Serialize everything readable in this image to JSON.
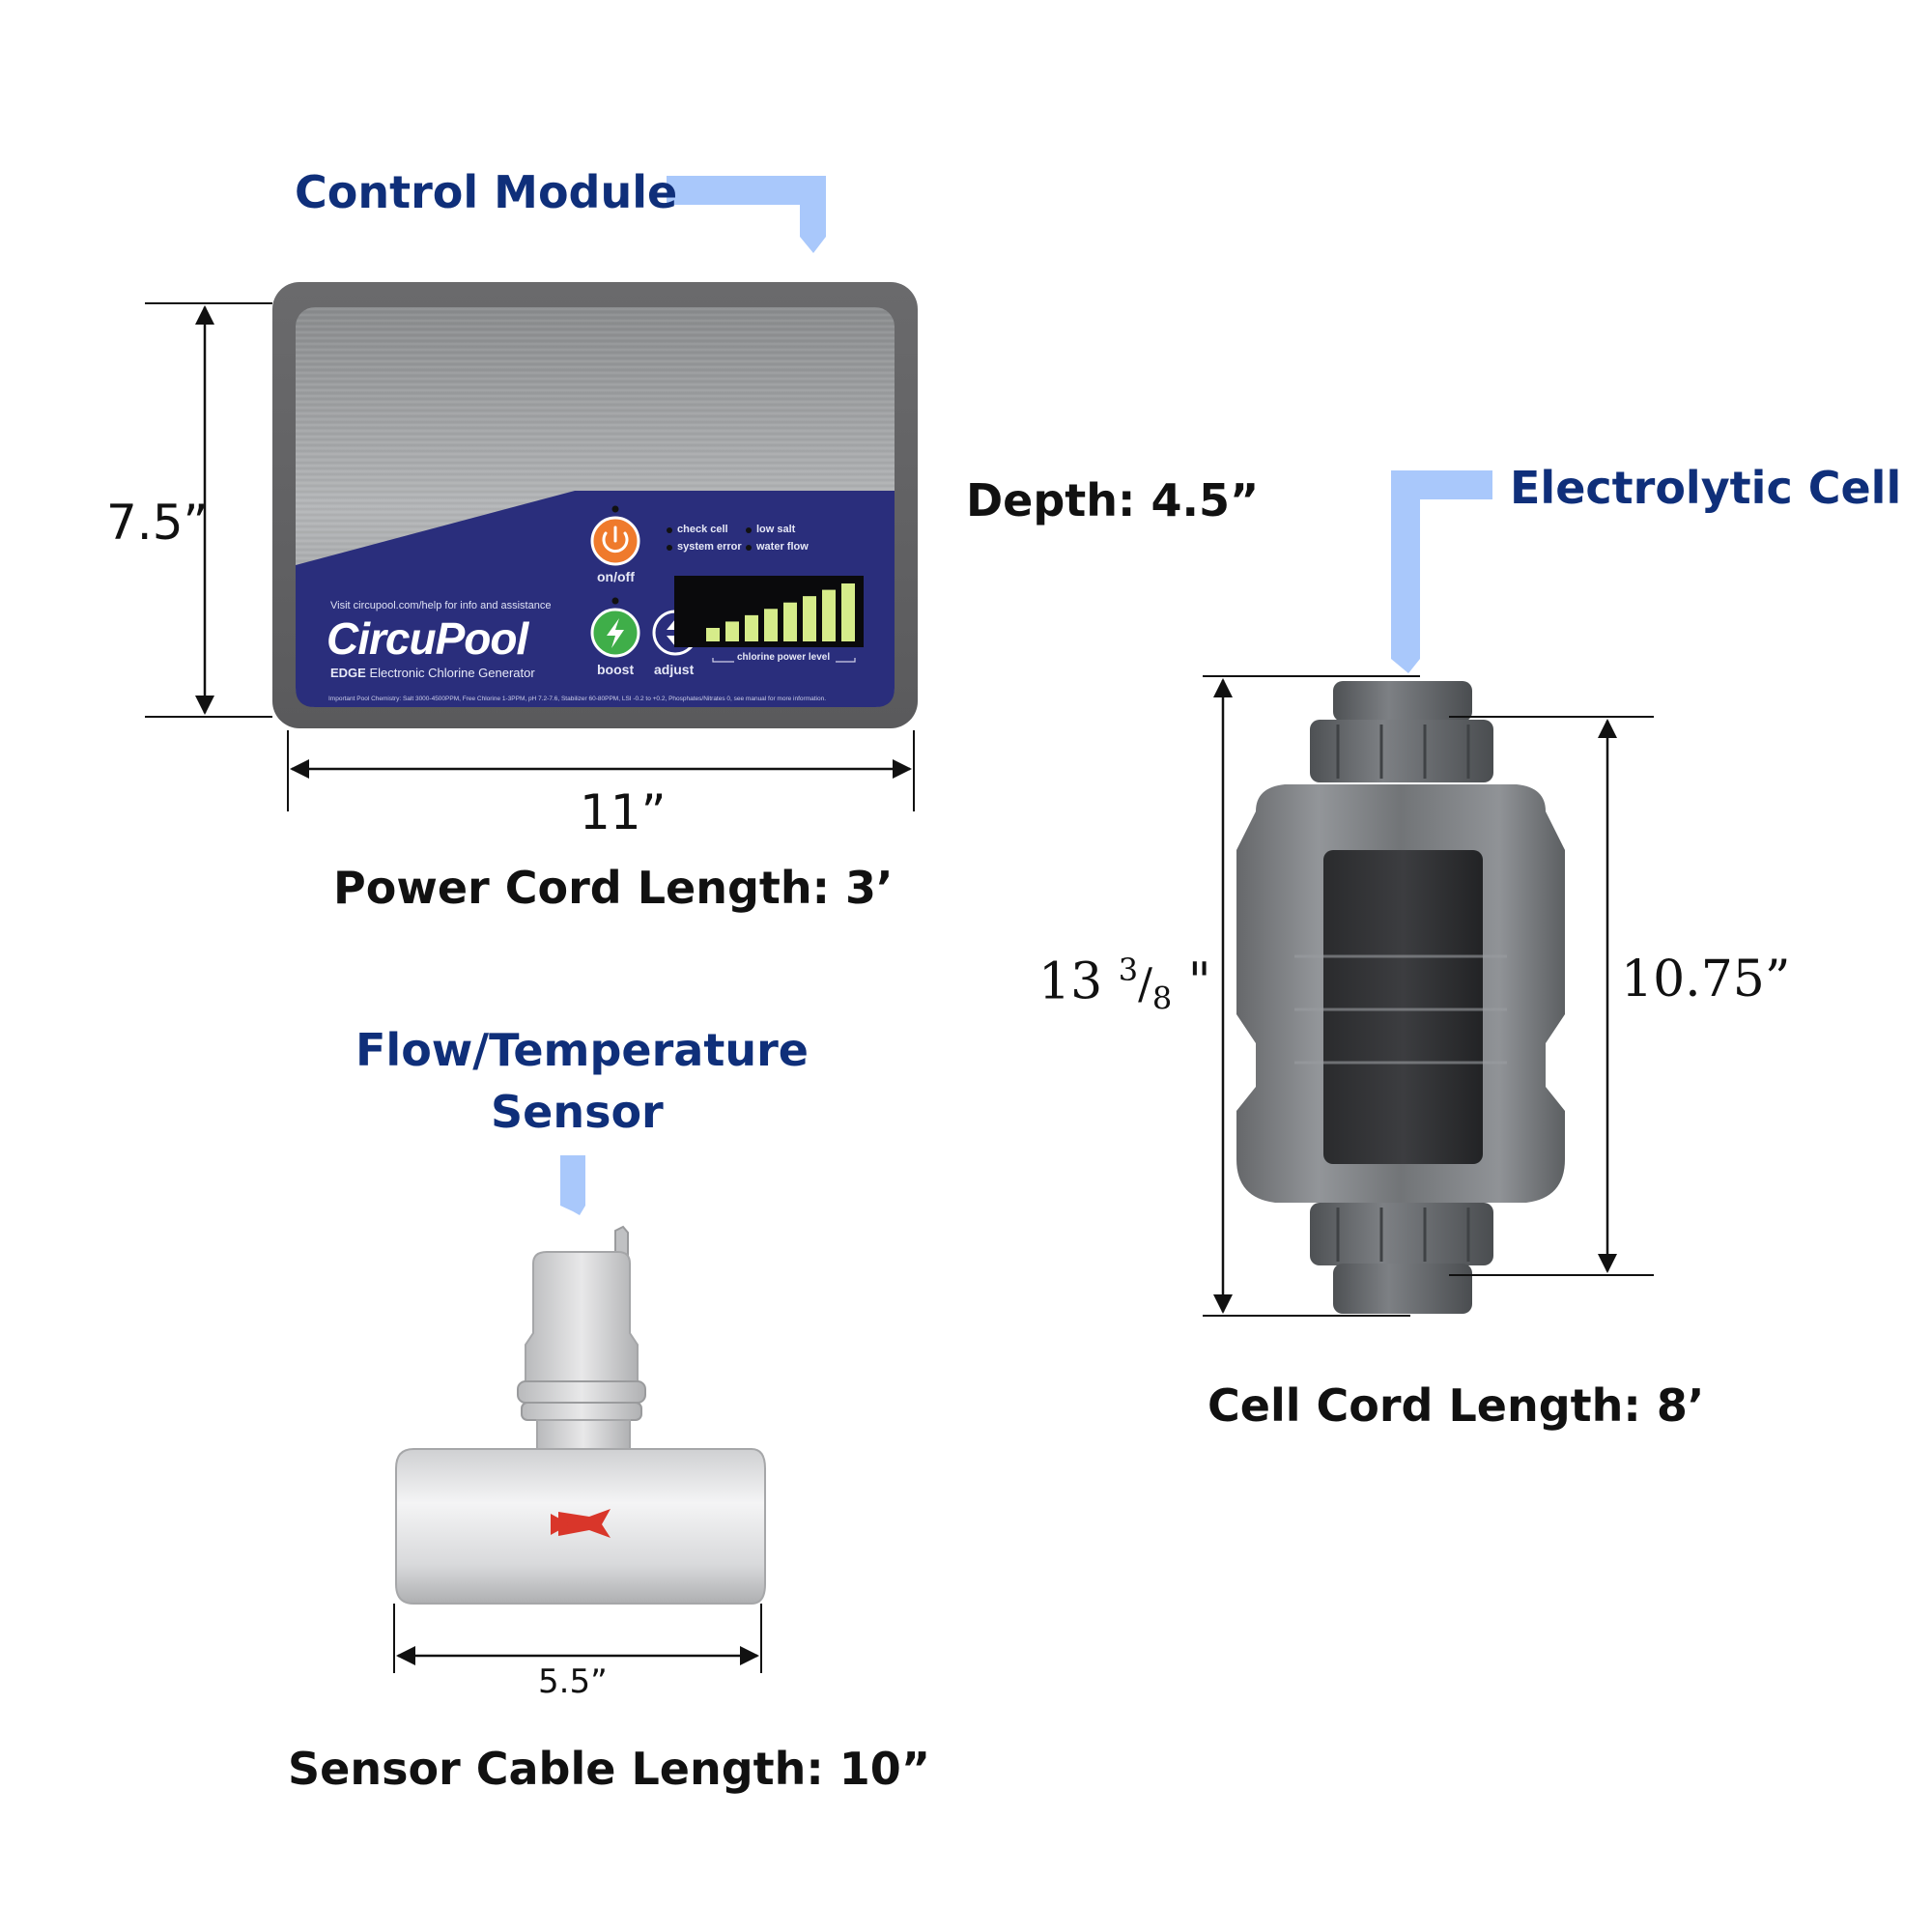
{
  "labels": {
    "control_module": "Control Module",
    "depth": "Depth: 4.5”",
    "electrolytic_cell": "Electrolytic Cell",
    "height_module": "7.5”",
    "width_module": "11”",
    "power_cord": "Power Cord Length: 3’",
    "flow_sensor_line1": "Flow/Temperature",
    "flow_sensor_line2": "Sensor",
    "sensor_width": "5.5”",
    "sensor_cable": "Sensor Cable Length: 10”",
    "cell_total_whole": "13",
    "cell_total_num": "3",
    "cell_total_den": "8",
    "cell_total_unit": "\"",
    "cell_inner": "10.75”",
    "cell_cord": "Cell Cord Length: 8’"
  },
  "panel": {
    "visit_text": "Visit circupool.com/help for info and assistance",
    "brand": "CircuPool",
    "product_strong": "EDGE",
    "product_rest": " Electronic Chlorine Generator",
    "chemistry_note": "Important Pool Chemistry: Salt 3000-4500PPM, Free Chlorine 1-3PPM, pH 7.2-7.6, Stabilizer 60-80PPM, LSI -0.2 to +0.2, Phosphates/Nitrates 0, see manual for more information.",
    "on_off_label": "on/off",
    "boost_label": "boost",
    "adjust_label": "adjust",
    "status_check_cell": "check cell",
    "status_system_error": "system error",
    "status_low_salt": "low salt",
    "status_water_flow": "water flow",
    "power_level_label": "chlorine power level",
    "power_level_bars_lit": 8,
    "power_level_bars_total": 8
  },
  "colors": {
    "title_blue": "#0f2f7a",
    "arrow_blue": "#a9c8fb",
    "panel_navy": "#2a2e7c",
    "power_orange": "#ef7a2c",
    "boost_green": "#3fae49",
    "bar_green": "#d6ec8a"
  }
}
